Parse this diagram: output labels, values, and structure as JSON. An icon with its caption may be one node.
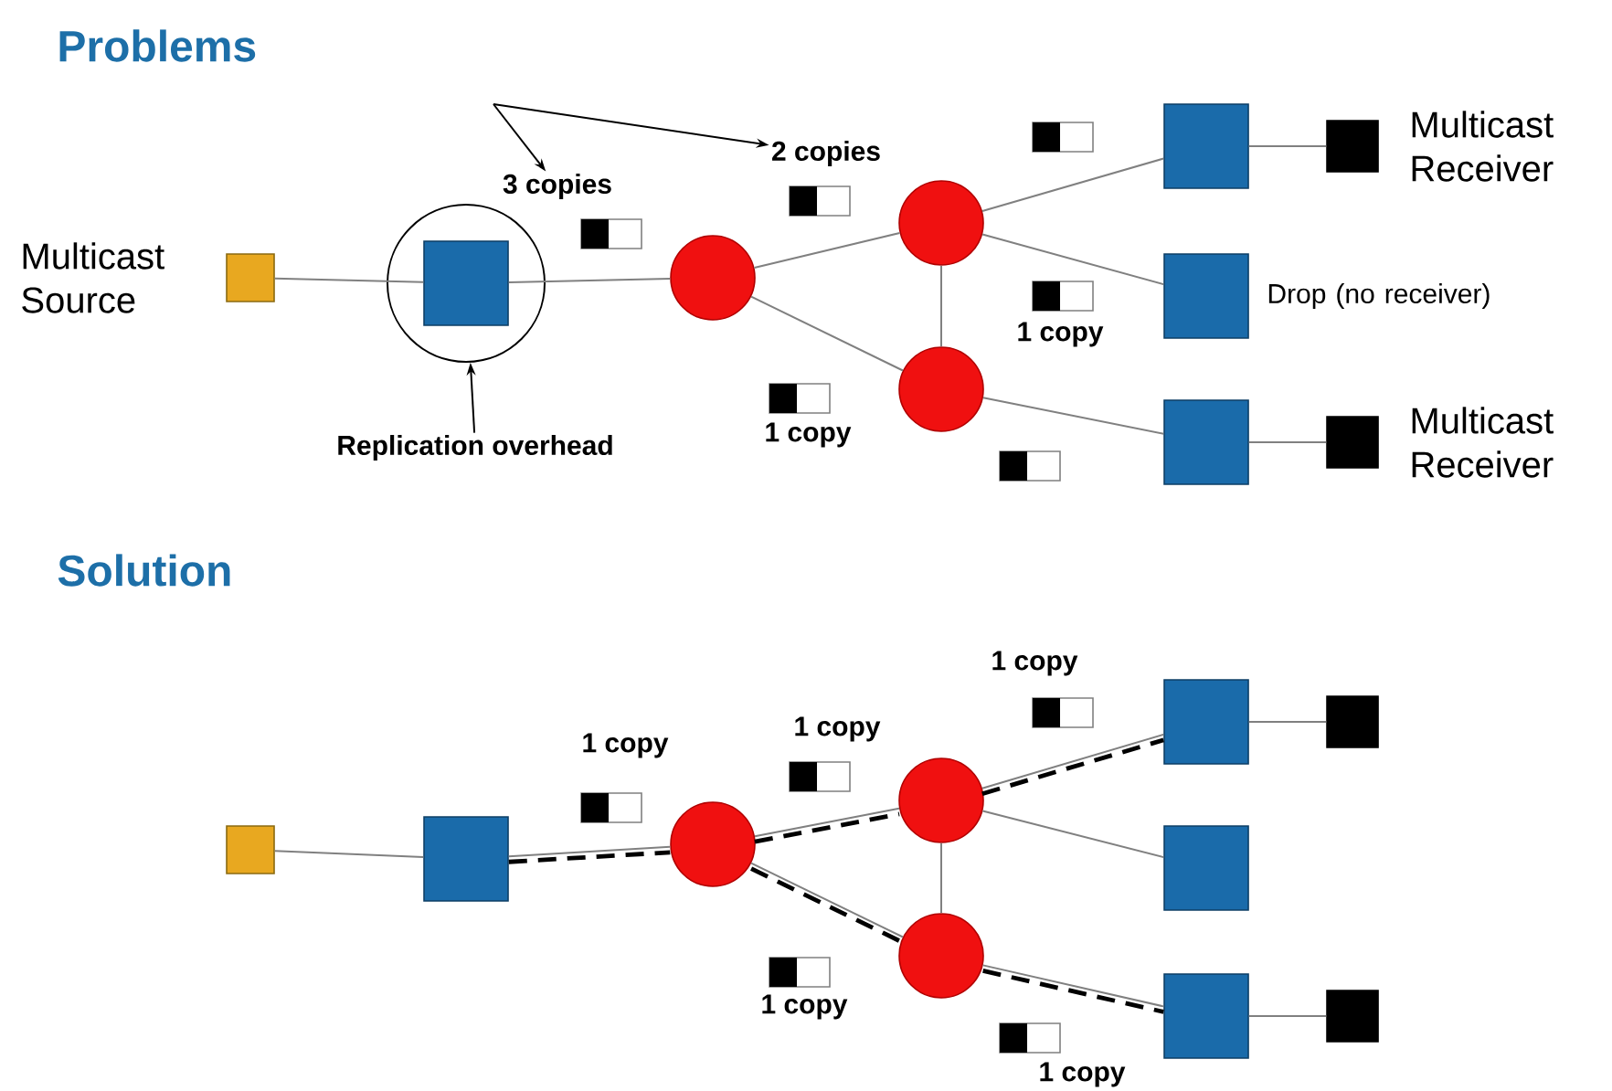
{
  "diagram": {
    "nodes": [
      {
        "text": [],
        "shape": "box",
        "beside": [
          "Multicast Source"
        ]
      },
      {
        "text": [],
        "shape": "circle"
      },
      {
        "text": [],
        "shape": "box",
        "in": 1
      },
      {
        "text": [],
        "shape": "circle"
      },
      {
        "text": [],
        "shape": "circle"
      },
      {
        "text": [],
        "shape": "circle"
      },
      {
        "text": [],
        "shape": "box"
      },
      {
        "text": [],
        "shape": "box",
        "beside": [
          "Drop (no receiver)"
        ]
      },
      {
        "text": [],
        "shape": "box"
      },
      {
        "text": [],
        "shape": "box",
        "beside": [
          "Multicast Receiver"
        ]
      },
      {
        "text": [],
        "shape": "box",
        "beside": [
          "Multicast Receiver"
        ]
      },
      {
        "text": [
          "Replication overhead"
        ]
      },
      {
        "text": [
          "3 copies"
        ]
      },
      {
        "text": [
          "2 copies"
        ]
      },
      {
        "text": [],
        "shape": "box"
      },
      {
        "text": [],
        "shape": "box"
      },
      {
        "text": [],
        "shape": "circle"
      },
      {
        "text": [],
        "shape": "circle"
      },
      {
        "text": [],
        "shape": "circle"
      },
      {
        "text": [],
        "shape": "box"
      },
      {
        "text": [],
        "shape": "box"
      },
      {
        "text": [],
        "shape": "box"
      },
      {
        "text": [],
        "shape": "box"
      },
      {
        "text": [],
        "shape": "box"
      }
    ],
    "edges": [
      {
        "from": 0,
        "to": 2,
        "arrow": "none"
      },
      {
        "from": 11,
        "to": 1,
        "arrow": "to",
        "color": "#000000"
      },
      {
        "from": null,
        "to": 12,
        "arrow": "to",
        "color": "#000000"
      },
      {
        "from": null,
        "to": 13,
        "arrow": "to",
        "color": "#000000"
      },
      {
        "from": 2,
        "to": 3,
        "arrow": "none"
      },
      {
        "from": 3,
        "to": 4,
        "arrow": "none"
      },
      {
        "from": 3,
        "to": 5,
        "arrow": "none"
      },
      {
        "from": 4,
        "to": 5,
        "arrow": "none"
      },
      {
        "from": 4,
        "to": 6,
        "arrow": "none"
      },
      {
        "from": 4,
        "to": 7,
        "arrow": "none"
      },
      {
        "from": 5,
        "to": 8,
        "arrow": "none"
      },
      {
        "from": 6,
        "to": 9,
        "arrow": "none"
      },
      {
        "from": 8,
        "to": 10,
        "arrow": "none"
      },
      {
        "from": 14,
        "to": 15,
        "arrow": "none"
      },
      {
        "from": 15,
        "to": 16,
        "arrow": "none"
      },
      {
        "from": 16,
        "to": 17,
        "arrow": "none"
      },
      {
        "from": 16,
        "to": 18,
        "arrow": "none"
      },
      {
        "from": 17,
        "to": 18,
        "arrow": "none"
      },
      {
        "from": 17,
        "to": 19,
        "arrow": "none"
      },
      {
        "from": 17,
        "to": 20,
        "arrow": "none"
      },
      {
        "from": 18,
        "to": 21,
        "arrow": "none"
      },
      {
        "from": 19,
        "to": 22,
        "arrow": "none"
      },
      {
        "from": 21,
        "to": 23,
        "arrow": "none"
      },
      {
        "from": 15,
        "to": 16,
        "arrow": "none",
        "style": "dashed",
        "color": "#000000"
      },
      {
        "from": 16,
        "to": 17,
        "arrow": "none",
        "style": "dashed",
        "color": "#000000"
      },
      {
        "from": 17,
        "to": 19,
        "arrow": "none",
        "style": "dashed",
        "color": "#000000"
      },
      {
        "from": 16,
        "to": 18,
        "arrow": "none",
        "style": "dashed",
        "color": "#000000"
      },
      {
        "from": 18,
        "to": 21,
        "arrow": "none",
        "style": "dashed",
        "color": "#000000"
      }
    ],
    "labels": [
      "Problems",
      "1 copy",
      "1 copy",
      "Solution",
      "1 copy",
      "1 copy",
      "1 copy",
      "1 copy",
      "1 copy"
    ]
  }
}
